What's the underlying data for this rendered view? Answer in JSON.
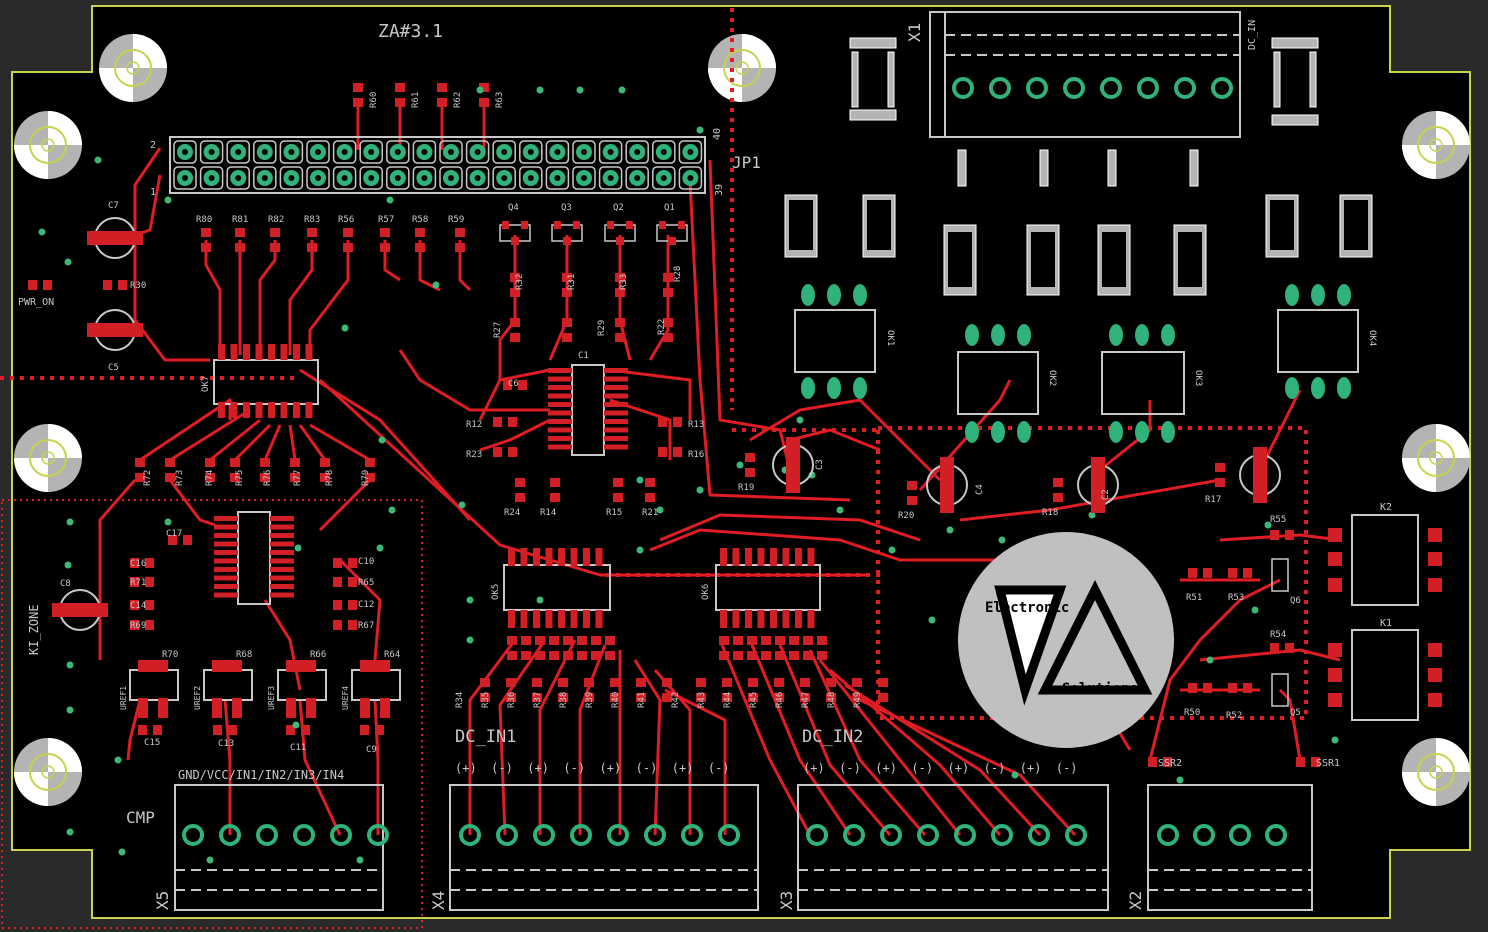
{
  "colors": {
    "background": "#2a2a2a",
    "board": "#000000",
    "outline": "#c8d24a",
    "trace": "#e01c24",
    "pad": "#d21f26",
    "silk": "#c8c8c8",
    "through_hole": "#2fb37a",
    "via": "#3cb878",
    "keepout": "#e01c24"
  },
  "board": {
    "title": "ZA#3.1",
    "logo_line1": "Electronic",
    "logo_line2": "Solutions"
  },
  "labels": {
    "pwr_on": "PWR_ON",
    "zone": "KI_ZONE",
    "header_pin2": "2",
    "header_pin1": "1",
    "header_pin40": "40",
    "header_pin39": "39",
    "header_name": "JP1",
    "x1": "X1",
    "dc_in": "DC_IN",
    "x2": "X2",
    "x3": "X3",
    "x4": "X4",
    "x5": "X5",
    "dc_in1": "DC_IN1",
    "dc_in2": "DC_IN2",
    "cmp": "CMP",
    "gnd_vcc": "GND/VCC/IN1/IN2/IN3/IN4",
    "polarity": "(+)  (-)  (+)  (-)  (+)  (-)  (+)  (-)",
    "ssr1": "SSR1",
    "ssr2": "SSR2",
    "k1": "K1",
    "k2": "K2",
    "ok1": "OK1",
    "ok2": "OK2",
    "ok3": "OK3",
    "ok4": "OK4",
    "ok5": "OK5",
    "ok6": "OK6",
    "ok7": "OK7",
    "c1": "C1",
    "c2": "C2",
    "c3": "C3",
    "c4": "C4",
    "c5": "C5",
    "c6": "C6",
    "c7": "C7",
    "c8": "C8",
    "c9": "C9",
    "c10": "C10",
    "c11": "C11",
    "c12": "C12",
    "c13": "C13",
    "c14": "C14",
    "c15": "C15",
    "c16": "C16",
    "c17": "C17",
    "q1": "Q1",
    "q2": "Q2",
    "q3": "Q3",
    "q4": "Q4",
    "q5": "Q5",
    "q6": "Q6",
    "r12": "R12",
    "r13": "R13",
    "r14": "R14",
    "r15": "R15",
    "r16": "R16",
    "r17": "R17",
    "r18": "R18",
    "r19": "R19",
    "r20": "R20",
    "r21": "R21",
    "r22": "R22",
    "r23": "R23",
    "r24": "R24",
    "r27": "R27",
    "r28": "R28",
    "r29": "R29",
    "r30": "R30",
    "r31": "R31",
    "r32": "R32",
    "r33": "R33",
    "r50": "R50",
    "r51": "R51",
    "r52": "R52",
    "r53": "R53",
    "r54": "R54",
    "r55": "R55",
    "r64": "R64",
    "r65": "R65",
    "r66": "R66",
    "r67": "R67",
    "r68": "R68",
    "r69": "R69",
    "r70": "R70",
    "r71": "R71",
    "uref1": "UREF1",
    "uref2": "UREF2",
    "uref3": "UREF3",
    "uref4": "UREF4"
  },
  "resistor_rows": {
    "top": [
      "R60",
      "R61",
      "R62",
      "R63"
    ],
    "upper": [
      "R80",
      "R81",
      "R82",
      "R83",
      "R56",
      "R57",
      "R58",
      "R59"
    ],
    "ok7_out": [
      "R72",
      "R73",
      "R74",
      "R75",
      "R76",
      "R77",
      "R78",
      "R79"
    ],
    "dc_in": [
      "R34",
      "R35",
      "R36",
      "R37",
      "R38",
      "R39",
      "R40",
      "R41",
      "R42",
      "R43",
      "R44",
      "R45",
      "R46",
      "R47",
      "R48",
      "R49"
    ]
  }
}
